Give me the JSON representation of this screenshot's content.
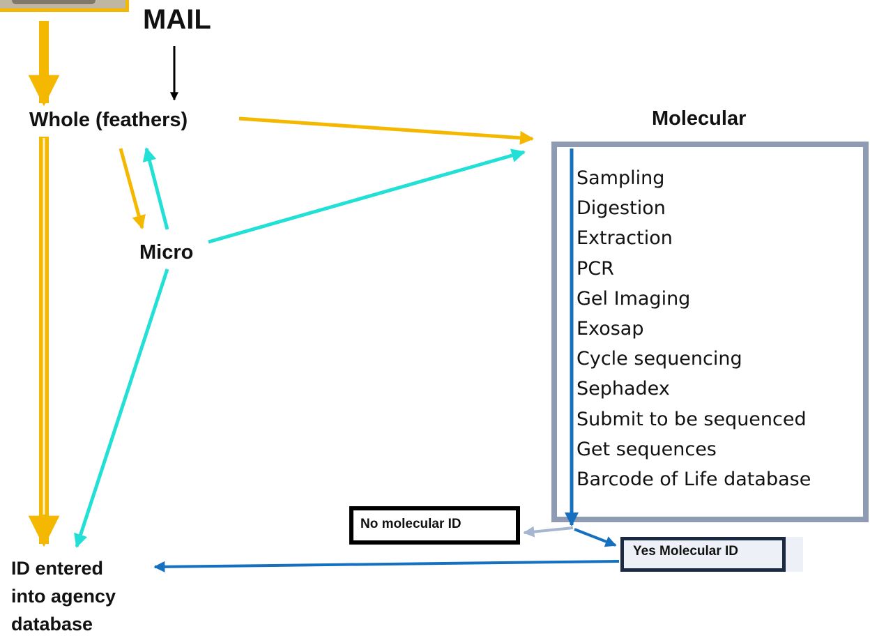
{
  "title": "MAIL",
  "nodes": {
    "whole": "Whole (feathers)",
    "micro": "Micro",
    "molecular": "Molecular",
    "id_entered": [
      "ID entered",
      "into agency",
      "database"
    ]
  },
  "molecular_steps": [
    "Sampling",
    "Digestion",
    "Extraction",
    "PCR",
    "Gel Imaging",
    "Exosap",
    "Cycle sequencing",
    "Sephadex",
    "Submit to be sequenced",
    "Get sequences",
    "Barcode of Life database"
  ],
  "outcomes": {
    "no": "No molecular ID",
    "yes": "Yes Molecular ID"
  },
  "colors": {
    "orange": "#f5b800",
    "cyan": "#22e0d6",
    "blue": "#1570c0",
    "gray_arrow": "#a7b6cf",
    "box_border": "#8f9bb3"
  }
}
